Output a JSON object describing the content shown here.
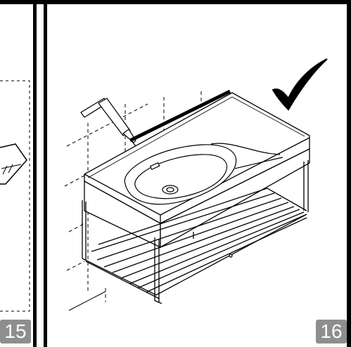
{
  "steps": {
    "previous": {
      "number": "15"
    },
    "current": {
      "number": "16"
    }
  },
  "status": {
    "icon": "checkmark-icon",
    "meaning": "correct"
  },
  "colors": {
    "line": "#000000",
    "badge": "#8e8e8e",
    "badge_text": "#ffffff",
    "background": "#ffffff"
  }
}
